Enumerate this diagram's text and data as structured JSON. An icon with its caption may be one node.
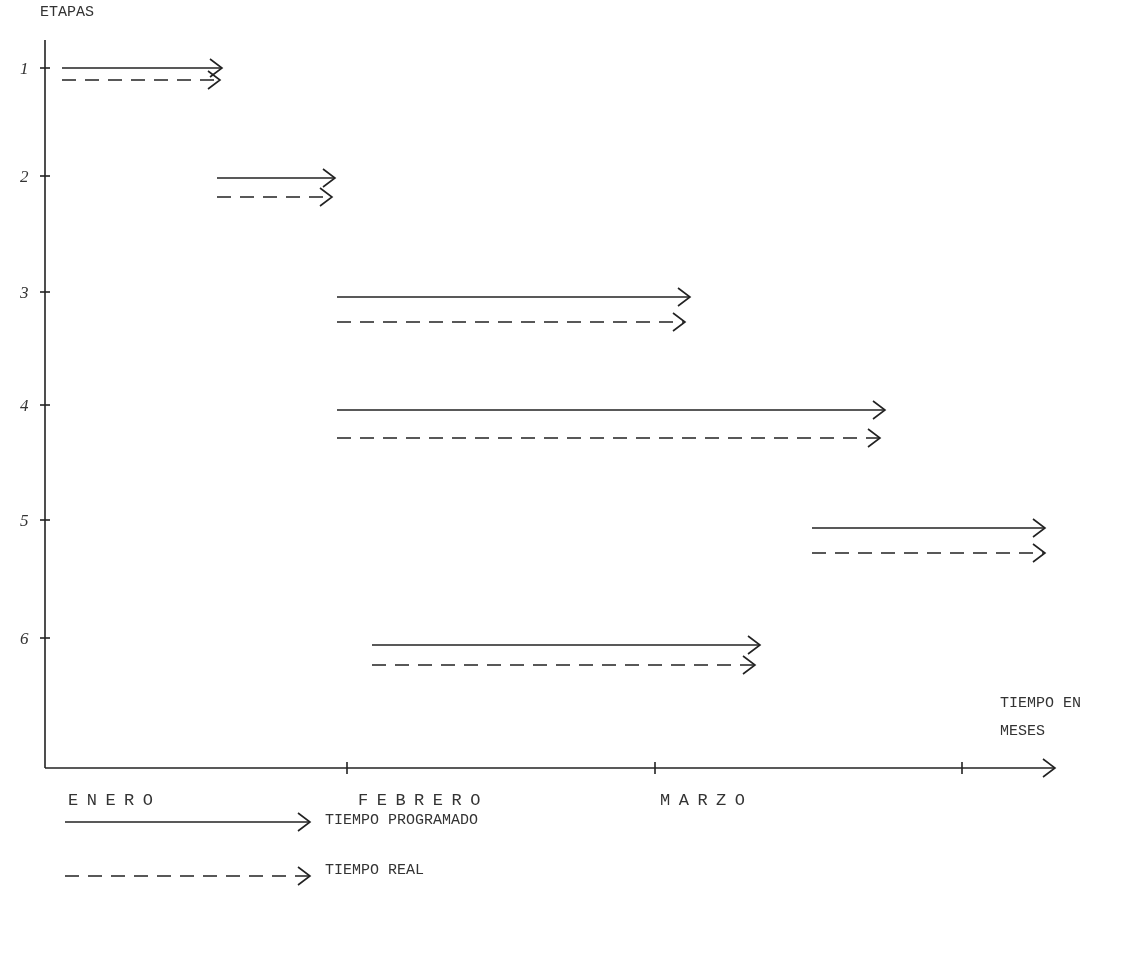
{
  "diagram": {
    "labels": [
      "ETAPAS",
      "1",
      "2",
      "3",
      "4",
      "5",
      "6",
      "TIEMPO EN MESES",
      "ENERO",
      "FEBRERO",
      "MARZO"
    ],
    "legend": [
      {
        "text": "TIEMPO PROGRAMADO"
      },
      {
        "text": "TIEMPO REAL"
      }
    ]
  }
}
